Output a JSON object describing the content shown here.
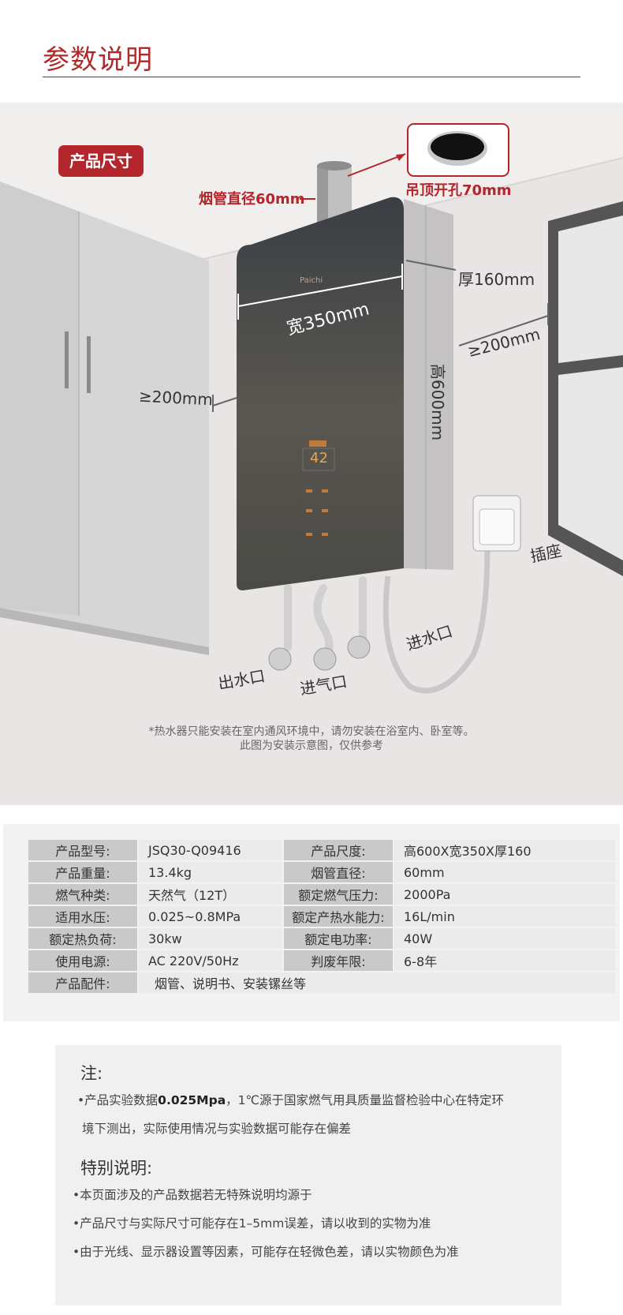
{
  "header": {
    "title": "参数说明"
  },
  "diagram": {
    "badge": "产品尺寸",
    "flue_diameter": "烟管直径60mm",
    "ceiling_hole": "吊顶开孔70mm",
    "thickness": "厚160mm",
    "width": "宽350mm",
    "height": "高600mm",
    "left_clearance": "≥200mm",
    "right_clearance": "≥200mm",
    "socket": "插座",
    "water_inlet": "进水口",
    "water_outlet": "出水口",
    "gas_inlet": "进气口",
    "brand": "Paichi",
    "display_value": "42",
    "note_line1": "*热水器只能安装在室内通风环境中，请勿安装在浴室内、卧室等。",
    "note_line2": "此图为安装示意图，仅供参考"
  },
  "specs": {
    "rows": [
      {
        "k1": "产品型号:",
        "v1": "JSQ30-Q09416",
        "k2": "产品尺度:",
        "v2": "高600X宽350X厚160"
      },
      {
        "k1": "产品重量:",
        "v1": "13.4kg",
        "k2": "烟管直径:",
        "v2": "60mm"
      },
      {
        "k1": "燃气种类:",
        "v1": "天然气（12T）",
        "k2": "额定燃气压力:",
        "v2": "2000Pa"
      },
      {
        "k1": "适用水压:",
        "v1": "0.025~0.8MPa",
        "k2": "额定产热水能力:",
        "v2": "16L/min"
      },
      {
        "k1": "额定热负荷:",
        "v1": "30kw",
        "k2": "额定电功率:",
        "v2": "40W"
      },
      {
        "k1": "使用电源:",
        "v1": "AC 220V/50Hz",
        "k2": "判废年限:",
        "v2": "6-8年"
      }
    ],
    "accessory": {
      "k": "产品配件:",
      "v": "烟管、说明书、安装镙丝等"
    }
  },
  "notes": {
    "note_heading": "注:",
    "note_bold": "0.025Mpa",
    "note_line1_pre": "•产品实验数据",
    "note_line1_post": "，1℃源于国家燃气用具质量监督检验中心在特定环",
    "note_line2": "境下测出，实际使用情况与实验数据可能存在偏差",
    "special_heading": "特别说明:",
    "special_items": [
      "•本页面涉及的产品数据若无特殊说明均源于",
      "•产品尺寸与实际尺寸可能存在1–5mm误差，请以收到的实物为准",
      "•由于光线、显示器设置等因素，可能存在轻微色差，请以实物颜色为准"
    ]
  }
}
